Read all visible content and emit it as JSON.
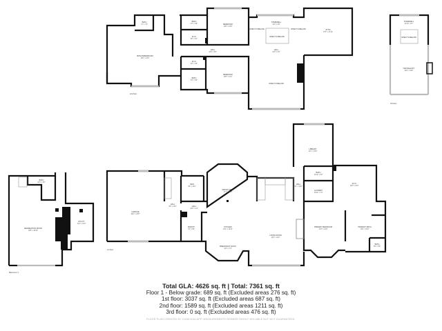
{
  "floors": {
    "second": {
      "label": "2nd floor",
      "rooms": [
        {
          "name": "BONUS/BEDROOM",
          "dims": "20'0\" x 16'0\""
        },
        {
          "name": "BATH",
          "dims": "7'1\" x 7'2\""
        },
        {
          "name": "BATH",
          "dims": "9'7\" x 5'8\""
        },
        {
          "name": "W.I.C",
          "dims": "8'0\" x 5'1\""
        },
        {
          "name": "BEDROOM",
          "dims": "13'8\" x 13'8\""
        },
        {
          "name": "STAIRWELL",
          "dims": "13'1\" x 4'8\""
        },
        {
          "name": "OPEN TO BELOW",
          "dims": ""
        },
        {
          "name": "OPEN TO BELOW",
          "dims": ""
        },
        {
          "name": "OPEN TO BELOW",
          "dims": ""
        },
        {
          "name": "ATTIC",
          "dims": "27'2\" x 17'10\""
        },
        {
          "name": "HALL",
          "dims": "33'3\" x 4'8\""
        },
        {
          "name": "HALL",
          "dims": "21'2\" x 4'5\""
        },
        {
          "name": "W.I.C",
          "dims": "8'1\" x 3'3\""
        },
        {
          "name": "BATH",
          "dims": "8'1\" x 5'5\""
        },
        {
          "name": "BEDROOM",
          "dims": "13'8\" x 14'4\""
        },
        {
          "name": "OPEN TO BELOW",
          "dims": ""
        }
      ]
    },
    "third": {
      "label": "3rd floor",
      "rooms": [
        {
          "name": "STAIRWELL",
          "dims": "13'10\" x 5'7\""
        },
        {
          "name": "OPEN TO BELOW",
          "dims": ""
        },
        {
          "name": "OFFICE/LOFT",
          "dims": "16'2\" x 19'6\""
        }
      ]
    },
    "first": {
      "label": "1st floor",
      "rooms": [
        {
          "name": "GARAGE",
          "dims": "26'4\" x 24'8\""
        },
        {
          "name": "HALL",
          "dims": "6'8\" x 13'4\""
        },
        {
          "name": "DEN",
          "dims": "9'6\" x 10'4\""
        },
        {
          "name": "HALL",
          "dims": "10'2\" x 4'4\""
        },
        {
          "name": "PANTRY",
          "dims": "7'8\" x 8'5\""
        },
        {
          "name": "DINING AREA",
          "dims": "17'7\" x 18'6\""
        },
        {
          "name": "KITCHEN",
          "dims": "18'4\" x 10'11\""
        },
        {
          "name": "BREAKFAST NOOK",
          "dims": "16'1\" x 7'2\""
        },
        {
          "name": "LIVING ROOM",
          "dims": "21'5\" x 24'2\""
        },
        {
          "name": "LIBRARY",
          "dims": "14'1\" x 15'8\""
        },
        {
          "name": "HALL",
          "dims": "4'1\" x 12'6\""
        },
        {
          "name": "BATH",
          "dims": "10'10\" x 5'8\""
        },
        {
          "name": "LAUNDRY",
          "dims": "10'10\" x 7'3\""
        },
        {
          "name": "W.I.C",
          "dims": "16'4\" x 13'0\""
        },
        {
          "name": "PRIMARY BEDROOM",
          "dims": "17'6\" x 21'8\""
        },
        {
          "name": "PRIMARY BATH",
          "dims": "13'0\" x 15'2\""
        },
        {
          "name": "BATH",
          "dims": "5'8\" x 5'2\""
        }
      ]
    },
    "basement": {
      "label": "Basement 1",
      "rooms": [
        {
          "name": "BATH",
          "dims": "10'1\" x 6'0\""
        },
        {
          "name": "RECREATION ROOM",
          "dims": "20'0\" x 36'10\""
        },
        {
          "name": "UTILITY",
          "dims": "14'2\" x 15'2\""
        }
      ]
    }
  },
  "summary": {
    "total": "Total GLA: 4626 sq. ft | Total: 7361 sq. ft",
    "lines": [
      "Floor 1 - Below grade: 689 sq. ft (Excluded areas 276 sq. ft)",
      "1st floor: 3037 sq. ft (Excluded areas 687 sq. ft)",
      "2nd floor: 1589 sq. ft (Excluded areas 1211 sq. ft)",
      "3rd floor: 0 sq. ft (Excluded areas 476 sq. ft)"
    ],
    "disclaimer": "FLOOR PLAN CREATED BY CUBICASA APP. MEASUREMENTS DEEMED HIGHLY RELIABLE BUT NOT GUARANTEED."
  },
  "colors": {
    "wall": "#111111",
    "window": "#bbbbbb",
    "text": "#222222"
  }
}
